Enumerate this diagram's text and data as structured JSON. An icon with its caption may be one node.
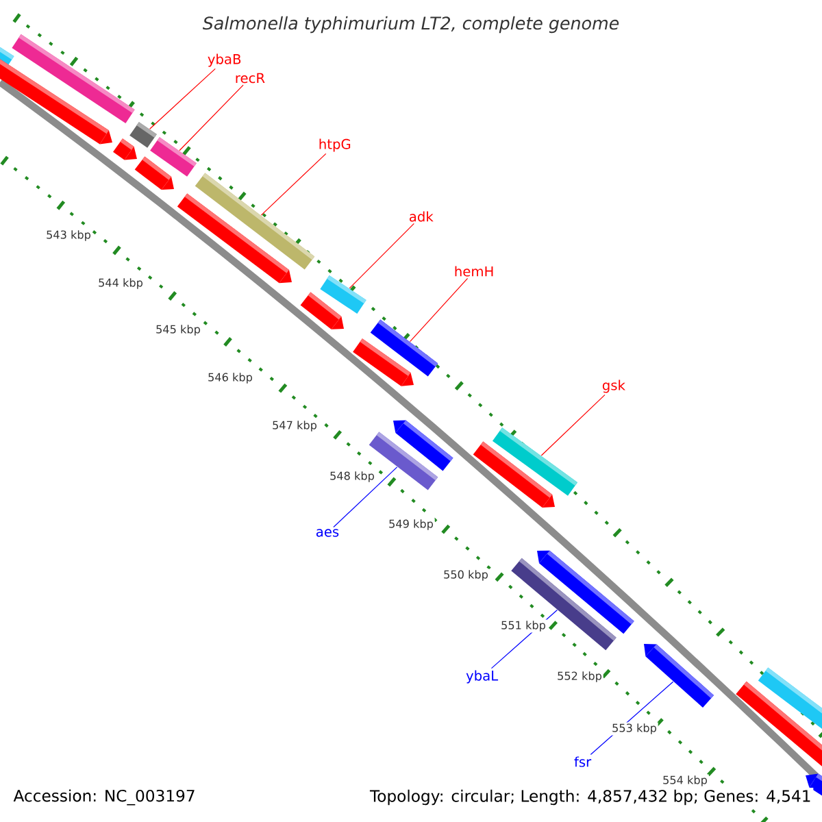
{
  "diagram": {
    "title": "Salmonella typhimurium LT2, complete genome",
    "nodes": [
      {
        "text": [
          "ybaB"
        ]
      },
      {
        "text": [
          "recR"
        ]
      },
      {
        "text": [
          "htpG"
        ]
      },
      {
        "text": [
          "adk"
        ]
      },
      {
        "text": [
          "hemH"
        ]
      },
      {
        "text": [
          "gsk"
        ]
      },
      {
        "text": [
          "aes"
        ]
      },
      {
        "text": [
          "ybaL"
        ]
      },
      {
        "text": [
          "fsr"
        ]
      },
      {
        "text": [],
        "shape": "bar"
      },
      {
        "text": [],
        "shape": "bar"
      },
      {
        "text": [],
        "shape": "bar"
      },
      {
        "text": [],
        "shape": "bar"
      },
      {
        "text": [],
        "shape": "bar"
      },
      {
        "text": [],
        "shape": "bar"
      },
      {
        "text": [],
        "shape": "bar"
      },
      {
        "text": [],
        "shape": "bar"
      },
      {
        "text": [],
        "shape": "bar"
      }
    ],
    "edges": [
      {
        "from": 0,
        "to": 9,
        "arrow": "none"
      },
      {
        "from": 1,
        "to": 10,
        "arrow": "none"
      },
      {
        "from": 2,
        "to": 11,
        "arrow": "none"
      },
      {
        "from": 3,
        "to": 12,
        "arrow": "none"
      },
      {
        "from": 4,
        "to": 13,
        "arrow": "none"
      },
      {
        "from": 5,
        "to": 14,
        "arrow": "none"
      },
      {
        "from": 6,
        "to": 15,
        "arrow": "none",
        "color": "#0000ff"
      },
      {
        "from": 7,
        "to": 16,
        "arrow": "none",
        "color": "#0000ff"
      },
      {
        "from": 8,
        "to": 17,
        "arrow": "none",
        "color": "#0000ff"
      }
    ],
    "labels": [
      "543 kbp",
      "544 kbp",
      "545 kbp",
      "546 kbp",
      "547 kbp",
      "548 kbp",
      "549 kbp",
      "550 kbp",
      "551 kbp",
      "552 kbp",
      "553 kbp",
      "554 kbp",
      "Accession: NC_003197",
      "Topology: circular; Length: 4,857,432 bp; Genes: 4,541"
    ]
  }
}
